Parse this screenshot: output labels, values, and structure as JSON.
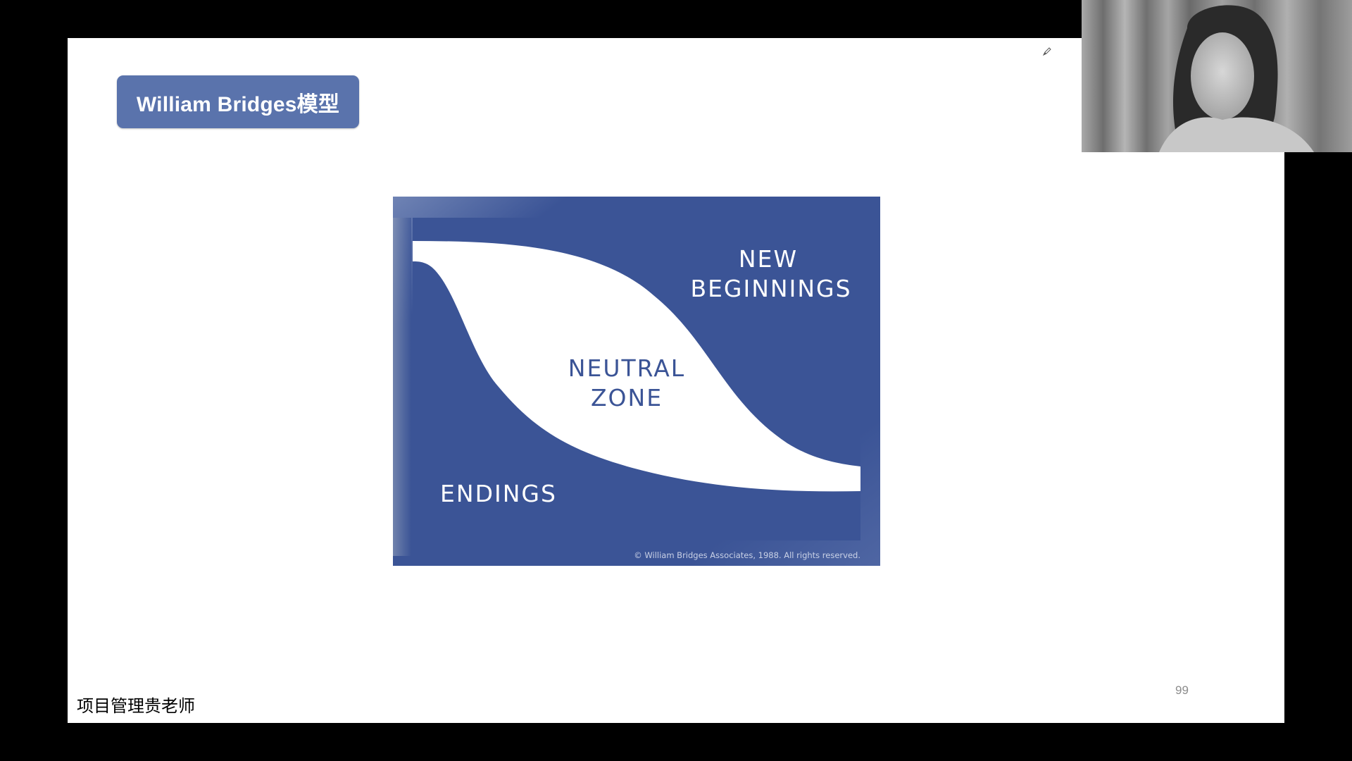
{
  "slide": {
    "title": "William Bridges模型",
    "page_number": "99",
    "footer": "项目管理贵老师"
  },
  "diagram": {
    "labels": {
      "new_line1": "NEW",
      "new_line2": "BEGINNINGS",
      "neutral_line1": "NEUTRAL",
      "neutral_line2": "ZONE",
      "endings": "ENDINGS",
      "copyright": "© William Bridges Associates, 1988. All rights reserved."
    },
    "colors": {
      "blue": "#3b5496",
      "frame_blue": "#3a5496",
      "white_band": "#ffffff",
      "neutral_text": "#3b5496"
    }
  },
  "icons": {
    "pen": "pen-icon"
  },
  "webcam": {
    "description_icon": "presenter-video-icon"
  }
}
